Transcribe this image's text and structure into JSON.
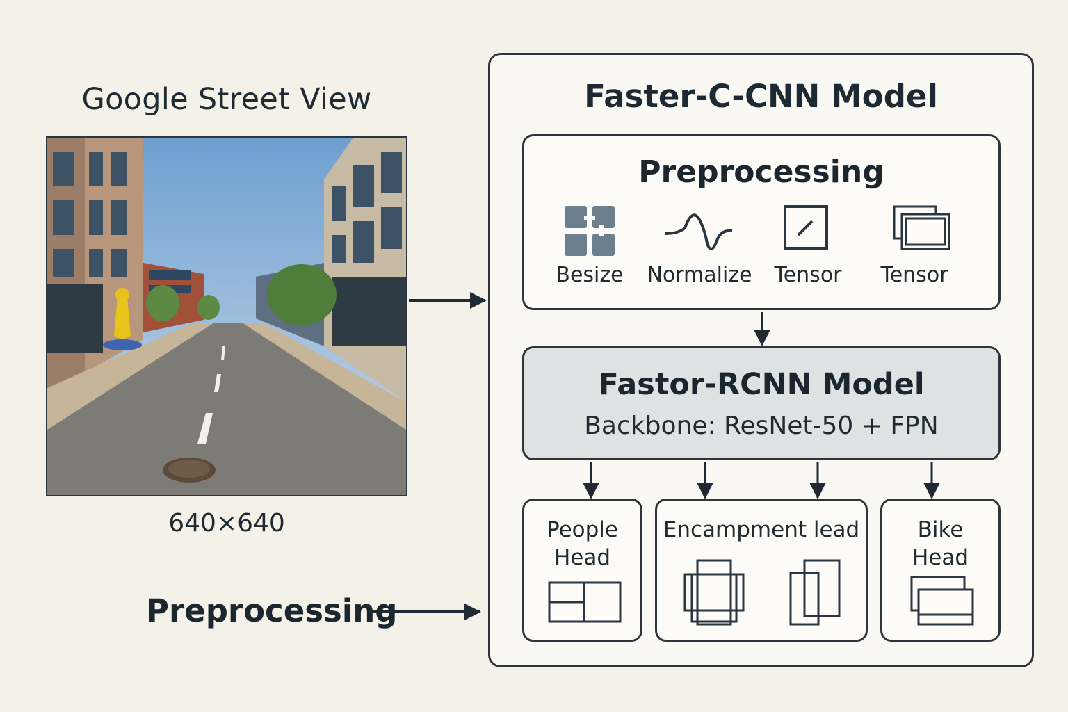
{
  "left": {
    "title": "Google Street View",
    "caption": "640×640",
    "preprocessing_label": "Preprocessing"
  },
  "model": {
    "title": "Faster-C-CNN Model",
    "preprocessing": {
      "title": "Preprocessing",
      "steps": [
        {
          "label": "Besize",
          "icon": "resize-grid-icon"
        },
        {
          "label": "Normalize",
          "icon": "wave-icon"
        },
        {
          "label": "Tensor",
          "icon": "tensor-square-icon"
        },
        {
          "label": "Tensor",
          "icon": "stacked-squares-icon"
        }
      ]
    },
    "rcnn": {
      "title": "Fastor-RCNN Model",
      "backbone": "Backbone: ResNet-50 + FPN"
    },
    "heads": [
      {
        "line1": "People",
        "line2": "Head",
        "icon": "split-box-icon"
      },
      {
        "line1": "Encampment lead",
        "line2": "",
        "icon": "overlapping-boxes-icon"
      },
      {
        "line1": "Bike",
        "line2": "Head",
        "icon": "stacked-boxes-icon"
      }
    ]
  },
  "colors": {
    "background": "#f4f1e8",
    "stroke": "#2e363c",
    "model_fill": "#dde2e3",
    "icon": "#6b7f8e"
  }
}
